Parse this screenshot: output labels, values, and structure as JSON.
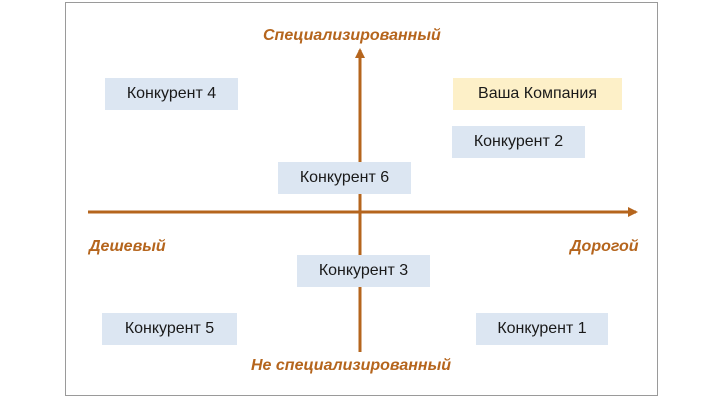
{
  "axes": {
    "top": "Специализированный",
    "bottom": "Не специализированный",
    "left": "Дешевый",
    "right": "Дорогой"
  },
  "items": [
    {
      "label": "Конкурент 4"
    },
    {
      "label": "Ваша Компания"
    },
    {
      "label": "Конкурент 2"
    },
    {
      "label": "Конкурент 6"
    },
    {
      "label": "Конкурент 3"
    },
    {
      "label": "Конкурент 5"
    },
    {
      "label": "Конкурент 1"
    }
  ],
  "colors": {
    "axis": "#b5651d",
    "competitor_fill": "#dce6f2",
    "company_fill": "#fdf0c8"
  }
}
